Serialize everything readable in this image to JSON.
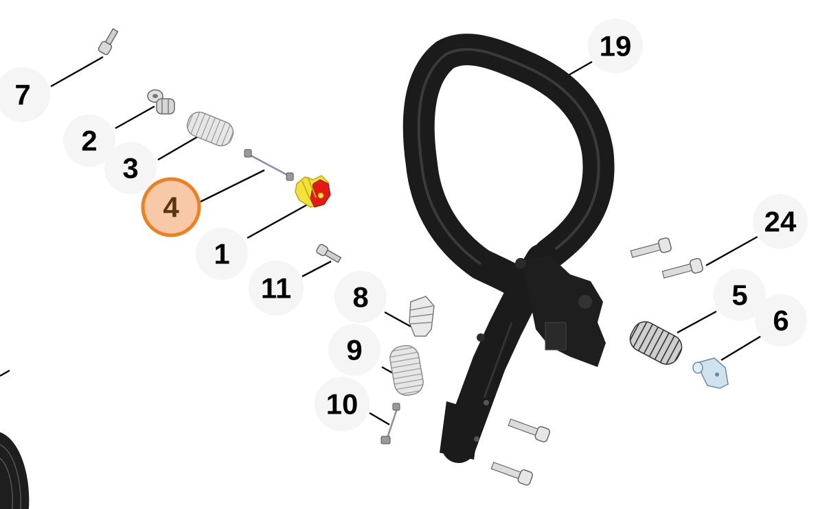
{
  "diagram": {
    "labels": [
      {
        "id": "7",
        "text": "7"
      },
      {
        "id": "2",
        "text": "2"
      },
      {
        "id": "3",
        "text": "3"
      },
      {
        "id": "4",
        "text": "4"
      },
      {
        "id": "1",
        "text": "1"
      },
      {
        "id": "11",
        "text": "11"
      },
      {
        "id": "8",
        "text": "8"
      },
      {
        "id": "9",
        "text": "9"
      },
      {
        "id": "10",
        "text": "10"
      },
      {
        "id": "19",
        "text": "19"
      },
      {
        "id": "24",
        "text": "24"
      },
      {
        "id": "5",
        "text": "5"
      },
      {
        "id": "6",
        "text": "6"
      }
    ],
    "highlighted_label": "4",
    "colors": {
      "highlight_fill": "#f7c9a8",
      "highlight_stroke": "#ef7f1f",
      "label_bg": "#f5f5f5",
      "handle": "#1b1b1b",
      "part_yellow": "#f5e13a",
      "part_red": "#e31b12",
      "part_metal": "#c8c8c8",
      "part_light_blue": "#cfe3ef"
    }
  }
}
